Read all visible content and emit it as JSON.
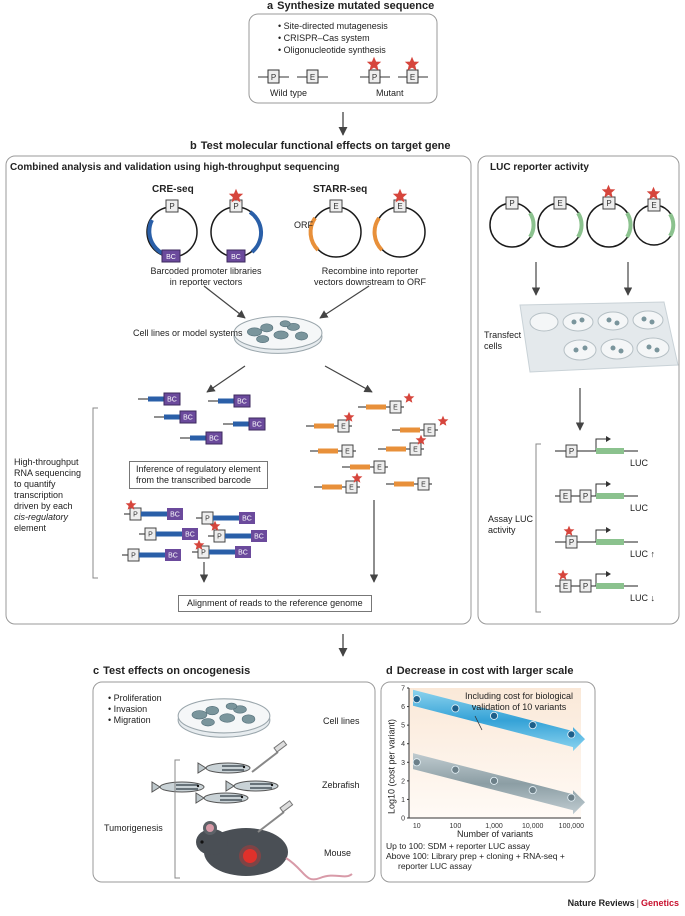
{
  "panel_a": {
    "letter": "a",
    "title": "Synthesize mutated sequence",
    "bullets": [
      "Site-directed mutagenesis",
      "CRISPR–Cas system",
      "Oligonucleotide synthesis"
    ],
    "wild_type_label": "Wild type",
    "mutant_label": "Mutant"
  },
  "panel_b": {
    "letter": "b",
    "title": "Test molecular functional effects on target gene",
    "left_title": "Combined analysis and validation using high-throughput sequencing",
    "creseq_label": "CRE-seq",
    "starrseq_label": "STARR-seq",
    "orf_label": "ORF",
    "barcoded_text": [
      "Barcoded promoter libraries",
      "in reporter vectors"
    ],
    "recombine_text": [
      "Recombine into reporter",
      "vectors downstream to ORF"
    ],
    "cell_lines_label": "Cell lines or model systems",
    "side_text": [
      "High-throughput",
      "RNA sequencing",
      "to quantify",
      "transcription",
      "driven by each",
      "cis-regulatory",
      "element"
    ],
    "inference_text": [
      "Inference of regulatory element",
      "from the transcribed barcode"
    ],
    "alignment_text": "Alignment of  reads to the reference genome",
    "right_title": "LUC reporter activity",
    "transfect_text": [
      "Transfect",
      "cells"
    ],
    "assay_text": [
      "Assay LUC",
      "activity"
    ],
    "luc_labels": [
      "LUC",
      "LUC",
      "LUC ↑",
      "LUC ↓"
    ]
  },
  "panel_c": {
    "letter": "c",
    "title": "Test effects on oncogenesis",
    "bullets": [
      "Proliferation",
      "Invasion",
      "Migration"
    ],
    "cell_lines_label": "Cell lines",
    "zebrafish_label": "Zebrafish",
    "tumorigenesis_label": "Tumorigenesis",
    "mouse_label": "Mouse"
  },
  "panel_d": {
    "letter": "d",
    "title": "Decrease in cost with larger scale",
    "annotation": [
      "Including cost for biological",
      "validation of 10 variants"
    ],
    "note": [
      "Up to 100: SDM + reporter LUC assay",
      "Above 100: Library prep + cloning + RNA-seq +",
      "reporter LUC assay"
    ]
  },
  "glyphs": {
    "promoter": "P",
    "enhancer": "E",
    "barcode": "BC"
  },
  "colors": {
    "star": "#d6453c",
    "barcode": "#6b4a9c",
    "blue": "#2a5fa8",
    "orange": "#e8903a",
    "green": "#8bc28e",
    "cyan": "#2ea8dc",
    "gray_band": "#8fa3ad"
  },
  "chart_data": {
    "type": "scatter",
    "title": "",
    "xlabel": "Number of variants",
    "ylabel": "Log10 (cost per variant)",
    "x_scale": "log",
    "x_ticks": [
      "10",
      "100",
      "1,000",
      "10,000",
      "100,000"
    ],
    "x": [
      10,
      100,
      1000,
      10000,
      100000
    ],
    "y_ticks": [
      0,
      1,
      2,
      3,
      4,
      5,
      6,
      7
    ],
    "ylim": [
      0,
      7
    ],
    "series": [
      {
        "values": [
          6.4,
          5.9,
          5.5,
          5.0,
          4.5
        ]
      },
      {
        "values": [
          3.0,
          2.6,
          2.0,
          1.5,
          1.1
        ]
      }
    ]
  },
  "footer": {
    "journal": "Nature Reviews",
    "separator": "|",
    "section": "Genetics"
  }
}
